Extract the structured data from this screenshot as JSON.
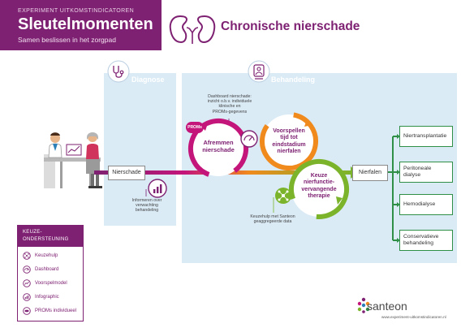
{
  "header": {
    "program": "EXPERIMENT UITKOMSTINDICATOREN",
    "title": "Sleutelmomenten",
    "subtitle": "Samen beslissen in het zorgpad"
  },
  "main_title": "Chronische nierschade",
  "phases": {
    "diagnose": "Diagnose",
    "behandeling": "Behandeling"
  },
  "nodes": {
    "nierschade": "Nierschade",
    "nierfalen": "Nierfalen"
  },
  "moments": {
    "afremmen_line1": "Afremmen",
    "afremmen_line2": "nierschade",
    "voorspellen_line1": "Voorspellen",
    "voorspellen_line2": "tijd tot",
    "voorspellen_line3": "eindstadium",
    "voorspellen_line4": "nierfalen",
    "keuze_line1": "Keuze",
    "keuze_line2": "nierfunctie-",
    "keuze_line3": "vervangende",
    "keuze_line4": "therapie",
    "proms_badge": "PROMs"
  },
  "notes": {
    "dashboard_l1": "Dashboard nierschade:",
    "dashboard_l2": "inzicht o.b.v. individuele",
    "dashboard_l3": "klinische en",
    "dashboard_l4": "PROMs-gegevens",
    "informeren_l1": "Informeren over",
    "informeren_l2": "verwachting",
    "informeren_l3": "behandeling",
    "keuzehulp_l1": "Keuzehulp met Santeon",
    "keuzehulp_l2": "geaggregeerde data"
  },
  "outcomes": [
    {
      "label_l1": "Niertransplantatie",
      "label_l2": ""
    },
    {
      "label_l1": "Peritoneale",
      "label_l2": "dialyse"
    },
    {
      "label_l1": "Hemodialyse",
      "label_l2": ""
    },
    {
      "label_l1": "Conservatieve",
      "label_l2": "behandeling"
    }
  ],
  "legend": {
    "title_l1": "KEUZE-",
    "title_l2": "ONDERSTEUNING",
    "items": [
      "Keuzehulp",
      "Dashboard",
      "Voorspelmodel",
      "Infographic",
      "PROMs individueel"
    ]
  },
  "brand": {
    "name": "santeon",
    "url": "www.experiment-uitkomstindicatoren.nl"
  },
  "colors": {
    "purple": "#7e2172",
    "magenta": "#c4157a",
    "orange": "#f08a1d",
    "green": "#7bb42b",
    "dark_green": "#2f8f46",
    "panel": "#daebf6"
  }
}
